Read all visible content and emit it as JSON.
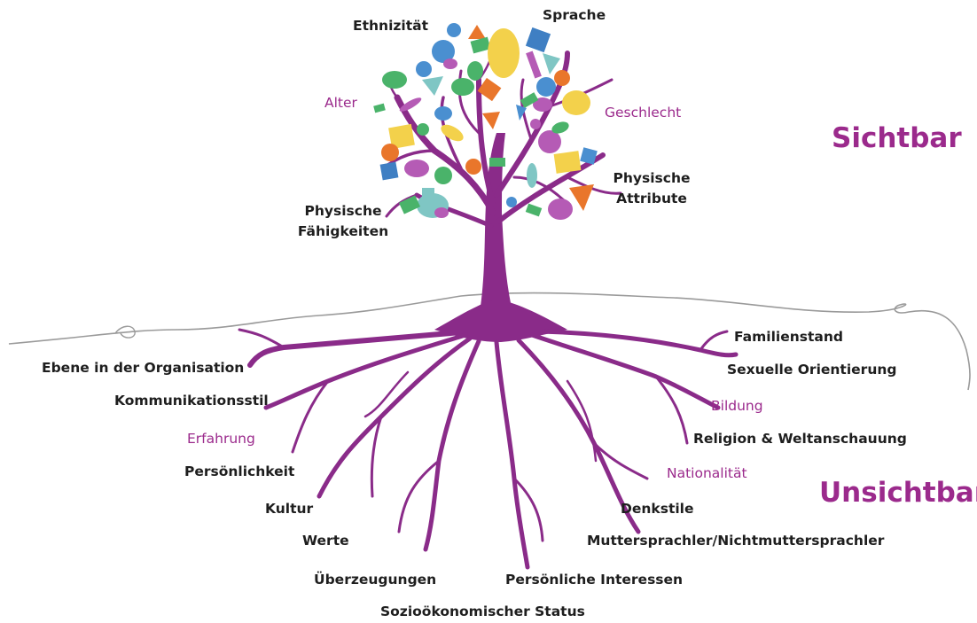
{
  "colors": {
    "accent": "#9b2a8c",
    "tree": "#8a2b89",
    "text": "#1e1e1e",
    "ground": "#9a9a9a",
    "leaves": [
      "#f4c430",
      "#4ab36a",
      "#4a8fd0",
      "#b55bb5",
      "#e9762b",
      "#7fc6c4",
      "#f3d14b",
      "#3f7fc3"
    ]
  },
  "headings": {
    "visible": "Sichtbar",
    "invisible": "Unsichtbar"
  },
  "visible_labels": {
    "ethnizitaet": "Ethnizität",
    "sprache": "Sprache",
    "alter": "Alter",
    "geschlecht": "Geschlecht",
    "physische_attribute": "Physische Attribute",
    "physische_faehigkeiten": "Physische Fähigkeiten"
  },
  "invisible_labels": {
    "familienstand": "Familienstand",
    "ebene_org": "Ebene in der Organisation",
    "sexuelle_orientierung": "Sexuelle Orientierung",
    "kommunikationsstil": "Kommunikationsstil",
    "bildung": "Bildung",
    "erfahrung": "Erfahrung",
    "religion": "Religion & Weltanschauung",
    "persoenlichkeit": "Persönlichkeit",
    "nationalitaet": "Nationalität",
    "kultur": "Kultur",
    "denkstile": "Denkstile",
    "werte": "Werte",
    "muttersprachler": "Muttersprachler/Nichtmuttersprachler",
    "ueberzeugungen": "Überzeugungen",
    "interessen": "Persönliche Interessen",
    "soziooekonomisch": "Sozioökonomischer Status"
  }
}
